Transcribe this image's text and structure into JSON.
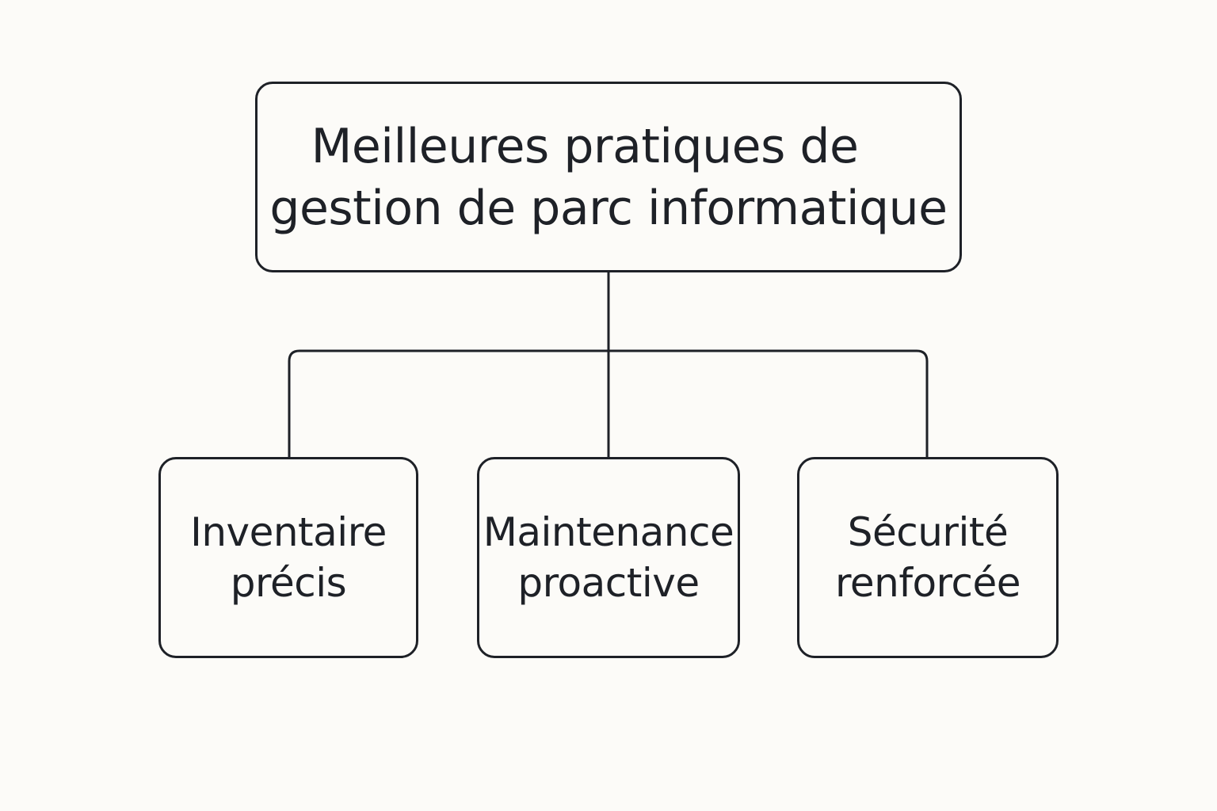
{
  "diagram": {
    "colors": {
      "background": "#fcfbf8",
      "stroke": "#1e2127",
      "text": "#1e2127"
    },
    "root": {
      "lines": [
        "Meilleures pratiques de",
        "gestion de parc informatique"
      ]
    },
    "children": [
      {
        "lines": [
          "Inventaire",
          "précis"
        ]
      },
      {
        "lines": [
          "Maintenance",
          "proactive"
        ]
      },
      {
        "lines": [
          "Sécurité",
          "renforcée"
        ]
      }
    ]
  }
}
